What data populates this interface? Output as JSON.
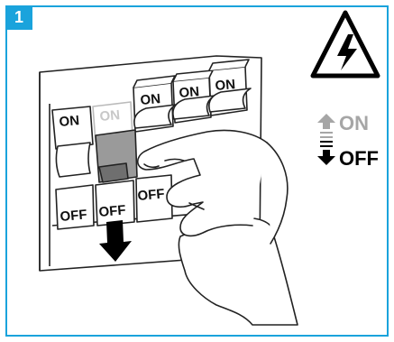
{
  "step": {
    "number": "1"
  },
  "panel": {
    "on_labels": [
      "ON",
      "ON",
      "ON",
      "ON",
      "ON"
    ],
    "off_labels": [
      "OFF",
      "OFF",
      "OFF"
    ]
  },
  "legend": {
    "on_label": "ON",
    "off_label": "OFF"
  },
  "colors": {
    "frame": "#1aa3dc",
    "switched_breaker": "#9a9a9a",
    "on_inactive": "#a6a6a6",
    "off_active": "#000000"
  },
  "icons": [
    "high-voltage-warning-icon",
    "arrow-up-icon",
    "arrow-down-icon",
    "pull-down-arrow-icon",
    "hand-icon"
  ]
}
